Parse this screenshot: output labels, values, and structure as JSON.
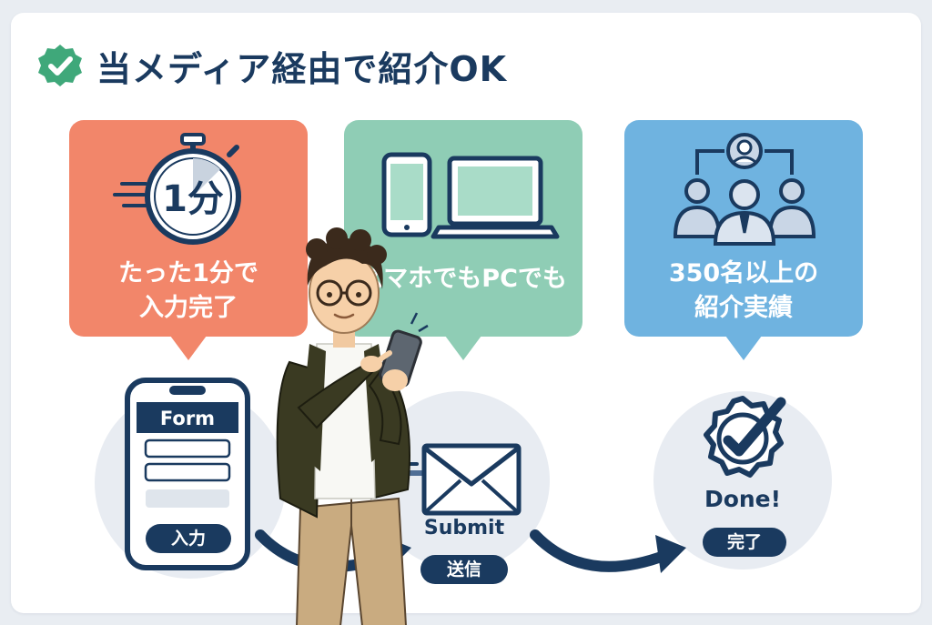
{
  "title": "当メディア経由で紹介OK",
  "features": [
    {
      "text": "たった1分で\n入力完了",
      "icon": "stopwatch-icon",
      "icon_label": "1分",
      "color": "#f2866a"
    },
    {
      "text": "スマホでもPCでも",
      "icon": "devices-icon",
      "color": "#8fcdb5"
    },
    {
      "text": "350名以上の\n紹介実績",
      "icon": "people-network-icon",
      "color": "#6fb3e0"
    }
  ],
  "steps": [
    {
      "heading": "Form",
      "pill": "入力",
      "icon": "phone-form-icon"
    },
    {
      "heading": "Submit",
      "pill": "送信",
      "icon": "envelope-icon"
    },
    {
      "heading": "Done!",
      "pill": "完了",
      "icon": "check-badge-icon"
    }
  ],
  "colors": {
    "navy": "#1a3a5f",
    "check_green": "#3fa87a"
  }
}
